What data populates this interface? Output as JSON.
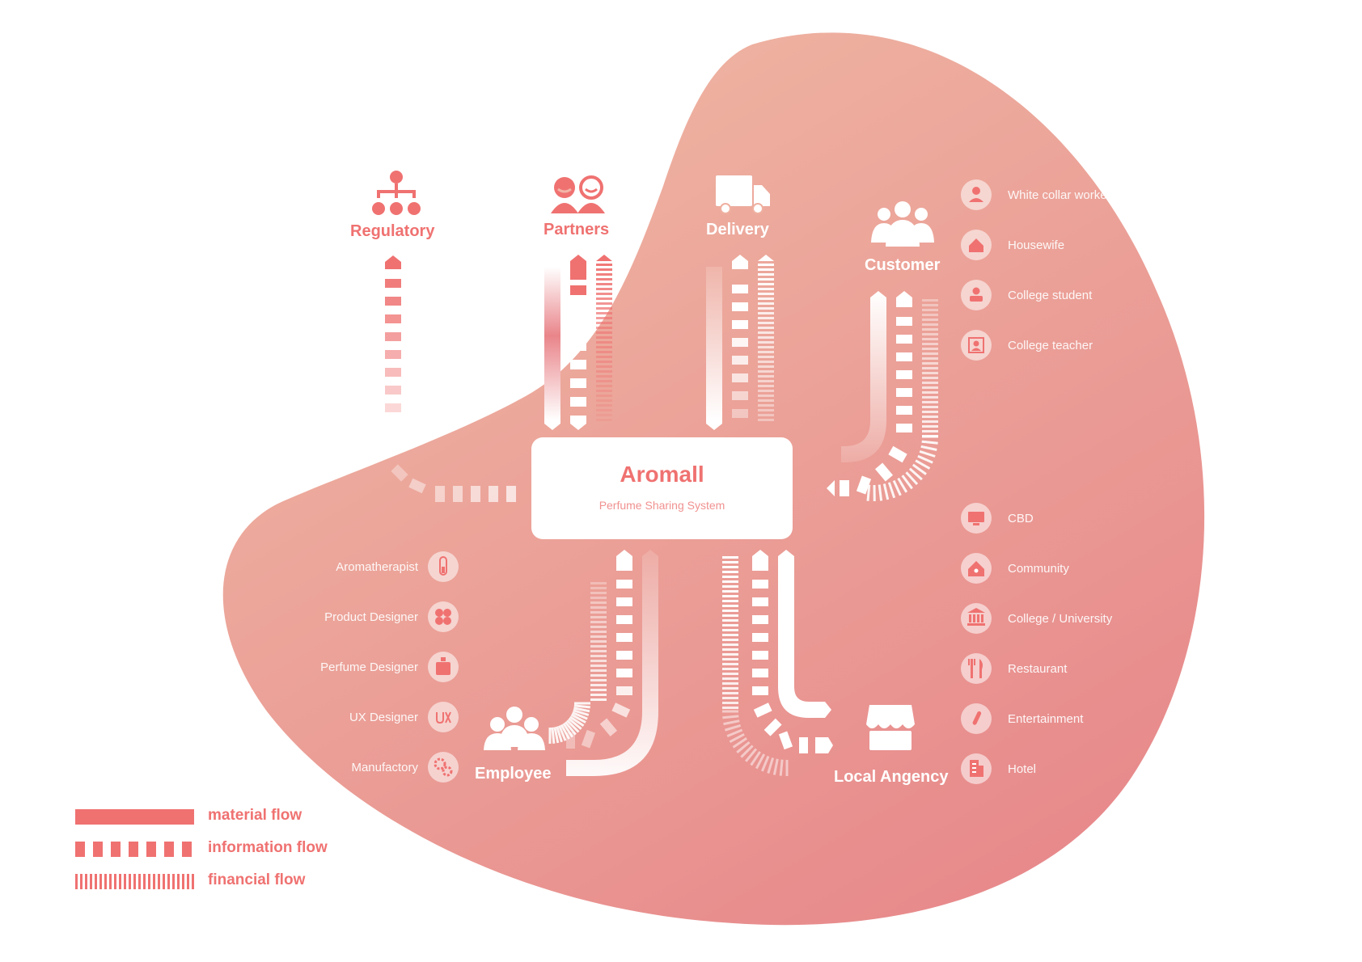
{
  "center": {
    "title": "Aromall",
    "subtitle": "Perfume Sharing System"
  },
  "actors": {
    "regulatory": "Regulatory",
    "partners": "Partners",
    "delivery": "Delivery",
    "customer": "Customer",
    "employee": "Employee",
    "local_agency": "Local Angency"
  },
  "customer_types": [
    {
      "label": "White collar worker",
      "icon": "worker-icon"
    },
    {
      "label": "Housewife",
      "icon": "house-icon"
    },
    {
      "label": "College student",
      "icon": "student-icon"
    },
    {
      "label": "College teacher",
      "icon": "teacher-icon"
    }
  ],
  "employee_roles": [
    {
      "label": "Aromatherapist",
      "icon": "test-tube-icon"
    },
    {
      "label": "Product Designer",
      "icon": "product-icon"
    },
    {
      "label": "Perfume Designer",
      "icon": "perfume-bottle-icon"
    },
    {
      "label": "UX Designer",
      "icon": "ux-icon"
    },
    {
      "label": "Manufactory",
      "icon": "gears-icon"
    }
  ],
  "agency_locations": [
    {
      "label": "CBD",
      "icon": "monitor-icon"
    },
    {
      "label": "Community",
      "icon": "community-icon"
    },
    {
      "label": "College / University",
      "icon": "university-icon"
    },
    {
      "label": "Restaurant",
      "icon": "fork-knife-icon"
    },
    {
      "label": "Entertainment",
      "icon": "microphone-icon"
    },
    {
      "label": "Hotel",
      "icon": "hotel-icon"
    }
  ],
  "legend": {
    "material": "material flow",
    "information": "information flow",
    "financial": "financial flow"
  },
  "colors": {
    "accent": "#ef7271",
    "blob_top": "#efb5a2",
    "blob_bottom": "#e8878a"
  }
}
